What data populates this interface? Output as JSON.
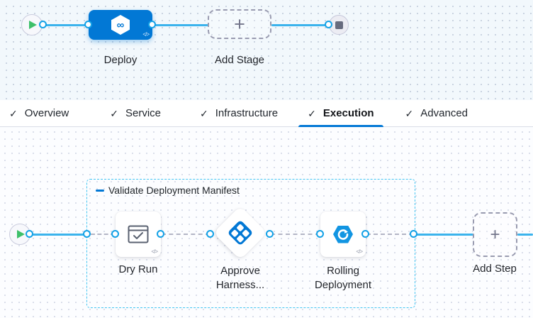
{
  "colors": {
    "accent_blue": "#0278d5",
    "line_blue": "#3bb3ec",
    "group_border_cyan": "#44c5f2",
    "play_green": "#3ec06a",
    "dashed_grey": "#999bb0"
  },
  "icons": {
    "plus": "+",
    "infinity": "∞",
    "check": "✓",
    "code_toggle": "</>"
  },
  "stage_canvas": {
    "stages": [
      {
        "label": "Deploy",
        "icon": "harness-deploy-hexagon"
      }
    ],
    "add_stage_label": "Add Stage"
  },
  "tabs": [
    {
      "label": "Overview",
      "active": false
    },
    {
      "label": "Service",
      "active": false
    },
    {
      "label": "Infrastructure",
      "active": false
    },
    {
      "label": "Execution",
      "active": true
    },
    {
      "label": "Advanced",
      "active": false
    }
  ],
  "execution_canvas": {
    "group_title": "Validate Deployment Manifest",
    "steps": [
      {
        "label": "Dry Run",
        "icon": "window-check"
      },
      {
        "label_line1": "Approve",
        "label_line2": "Harness...",
        "icon": "approval-diamond"
      },
      {
        "label_line1": "Rolling",
        "label_line2": "Deployment",
        "icon": "rolling-arrow-hexagon"
      }
    ],
    "add_step_label": "Add Step"
  }
}
